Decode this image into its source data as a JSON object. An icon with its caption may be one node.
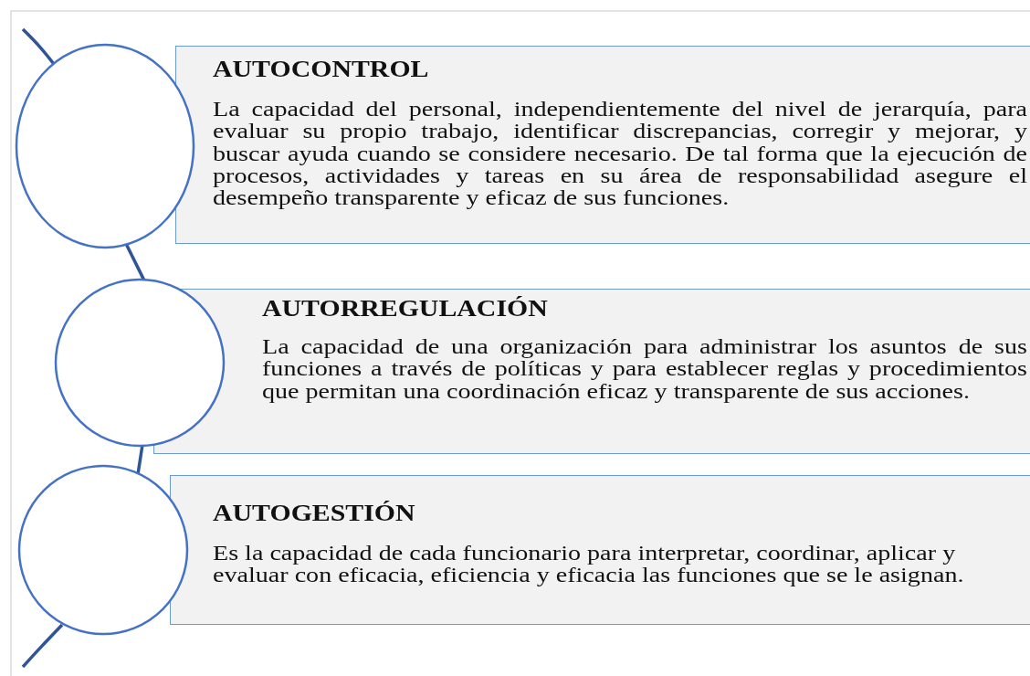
{
  "diagram": {
    "nodes": [
      {
        "text": [
          "AUTOCONTROL",
          "La capacidad del personal, independientemente del nivel de jerarquía, para evaluar su propio trabajo, identificar discrepancias, corregir y mejorar, y buscar ayuda cuando se considere necesario. De tal forma que la ejecución de procesos, actividades y tareas en su área de responsabilidad asegure el desempeño transparente y eficaz de sus funciones."
        ]
      },
      {
        "text": [
          "AUTORREGULACIÓN",
          "La capacidad de una organización para administrar los asuntos de sus funciones a través de políticas y para establecer reglas y procedimientos que permitan una coordinación eficaz y transparente de sus acciones."
        ]
      },
      {
        "text": [
          "AUTOGESTIÓN",
          "Es la capacidad de cada funcionario para interpretar, coordinar, aplicar y evaluar con eficacia, eficiencia y eficacia las funciones que se le asignan."
        ]
      },
      {
        "text": [],
        "shape": "circle"
      },
      {
        "text": [],
        "shape": "circle"
      },
      {
        "text": [],
        "shape": "circle"
      }
    ],
    "edges": [
      {
        "from": 3,
        "to": 4,
        "arrow": "none"
      },
      {
        "from": 4,
        "to": 5,
        "arrow": "none"
      }
    ]
  }
}
